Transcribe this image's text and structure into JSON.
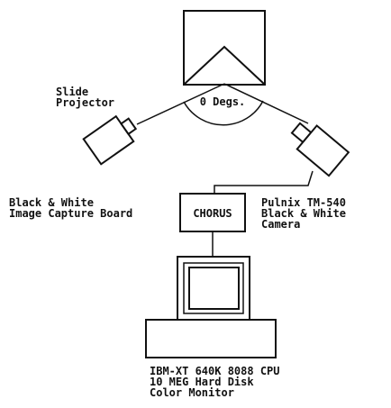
{
  "diagram": {
    "projector_label": [
      "Slide",
      "Projector"
    ],
    "angle_label": "0 Degs.",
    "capture_board_label": [
      "Black & White",
      "Image Capture Board"
    ],
    "chorus_label": "CHORUS",
    "camera_label": [
      "Pulnix TM-540",
      "Black & White",
      "Camera"
    ],
    "computer_label": [
      "IBM-XT 640K 8088 CPU",
      "10 MEG Hard Disk",
      "Color Monitor"
    ]
  },
  "colors": {
    "ink": "#111111",
    "background": "#ffffff"
  }
}
